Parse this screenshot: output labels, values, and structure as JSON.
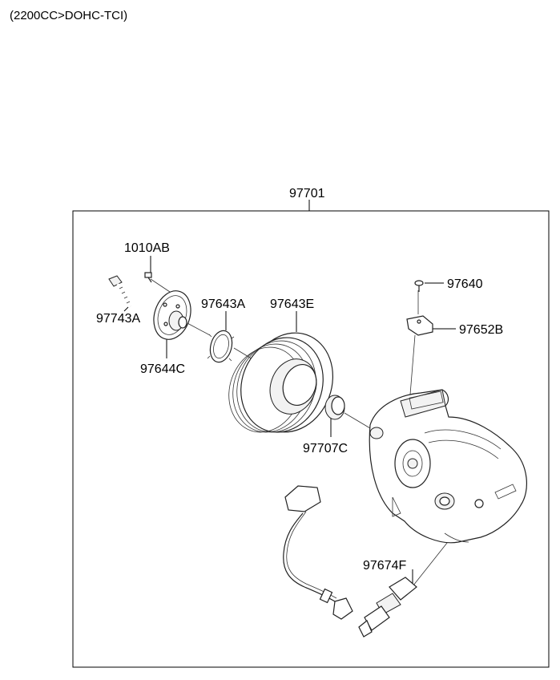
{
  "header": {
    "engine": "(2200CC>DOHC-TCI)"
  },
  "diagram": {
    "assembly_label": "97701",
    "labels": {
      "bolt_small": "1010AB",
      "bolt_large": "97743A",
      "hub": "97644C",
      "shim": "97643A",
      "pulley": "97643E",
      "coil": "97707C",
      "screw": "97640",
      "bracket": "97652B",
      "sensor": "97674F"
    }
  }
}
